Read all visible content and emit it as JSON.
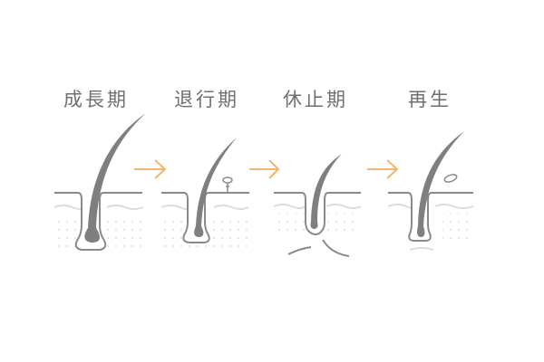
{
  "stages": [
    {
      "label": "成長期"
    },
    {
      "label": "退行期"
    },
    {
      "label": "休止期"
    },
    {
      "label": "再生"
    }
  ],
  "colors": {
    "arrow": "#f2b56b",
    "hair": "#7f7f7f",
    "skin_line": "#8a8a8a",
    "wave": "#dcdcdc",
    "dots": "#d0d0d0"
  }
}
